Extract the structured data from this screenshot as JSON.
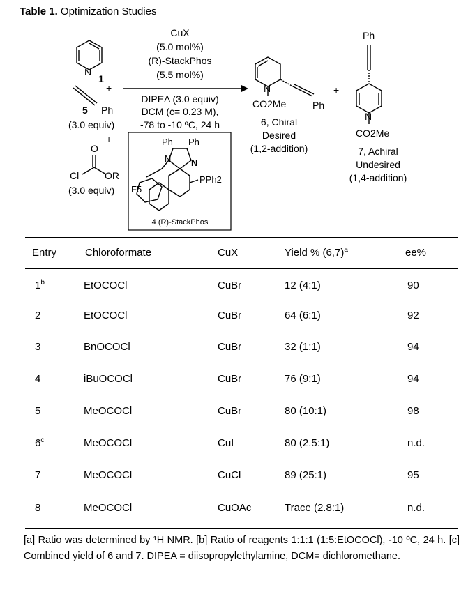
{
  "caption": {
    "label": "Table 1.",
    "title": "Optimization Studies"
  },
  "scheme": {
    "reagent1_number": "1",
    "reagent1_atom": "N",
    "plus": "+",
    "alkyne_number": "5",
    "alkyne_sub": "Ph",
    "alkyne_equiv": "(3.0 equiv)",
    "chloroformate_cl": "Cl",
    "chloroformate_o": "O",
    "chloroformate_or": "OR",
    "chloroformate_equiv": "(3.0 equiv)",
    "conditions": [
      "CuX",
      "(5.0 mol%)",
      "(R)-StackPhos",
      "(5.5 mol%)"
    ],
    "conditions_below": [
      "DIPEA (3.0 equiv)",
      "DCM (c= 0.23 M),",
      "-78 to -10 ºC, 24 h"
    ],
    "ligand_label": "4 (R)-StackPhos",
    "ligand_ph1": "Ph",
    "ligand_ph2": "Ph",
    "ligand_n1": "N",
    "ligand_n2": "N",
    "ligand_pph2": "PPh2",
    "ligand_f5": "F5",
    "product6_co2me": "CO2Me",
    "product6_ph": "Ph",
    "product6_n": "N",
    "product6_lines": [
      "6, Chiral",
      "Desired",
      "(1,2-addition)"
    ],
    "product7_ph": "Ph",
    "product7_n": "N",
    "product7_co2me": "CO2Me",
    "product7_lines": [
      "7, Achiral",
      "Undesired",
      "(1,4-addition)"
    ]
  },
  "table": {
    "headers": {
      "entry": "Entry",
      "chloroformate": "Chloroformate",
      "cux": "CuX",
      "yield": "Yield % (6,7)",
      "yield_note": "a",
      "ee": "ee%"
    },
    "rows": [
      {
        "entry": "1",
        "note": "b",
        "chloroformate": "EtOCOCl",
        "cux": "CuBr",
        "yield": "12 (4:1)",
        "ee": "90"
      },
      {
        "entry": "2",
        "note": "",
        "chloroformate": "EtOCOCl",
        "cux": "CuBr",
        "yield": "64 (6:1)",
        "ee": "92"
      },
      {
        "entry": "3",
        "note": "",
        "chloroformate": "BnOCOCl",
        "cux": "CuBr",
        "yield": "32 (1:1)",
        "ee": "94"
      },
      {
        "entry": "4",
        "note": "",
        "chloroformate": "iBuOCOCl",
        "cux": "CuBr",
        "yield": "76 (9:1)",
        "ee": "94"
      },
      {
        "entry": "5",
        "note": "",
        "chloroformate": "MeOCOCl",
        "cux": "CuBr",
        "yield": "80 (10:1)",
        "ee": "98"
      },
      {
        "entry": "6",
        "note": "c",
        "chloroformate": "MeOCOCl",
        "cux": "CuI",
        "yield": "80 (2.5:1)",
        "ee": "n.d."
      },
      {
        "entry": "7",
        "note": "",
        "chloroformate": "MeOCOCl",
        "cux": "CuCl",
        "yield": "89 (25:1)",
        "ee": "95"
      },
      {
        "entry": "8",
        "note": "",
        "chloroformate": "MeOCOCl",
        "cux": "CuOAc",
        "yield": "Trace (2.8:1)",
        "ee": "n.d."
      }
    ]
  },
  "footnote": "[a] Ratio was determined by ¹H NMR. [b] Ratio of reagents 1:1:1 (1:5:EtOCOCl), -10 ºC, 24 h. [c] Combined yield of 6 and 7. DIPEA = diisopropylethylamine, DCM= dichloromethane."
}
